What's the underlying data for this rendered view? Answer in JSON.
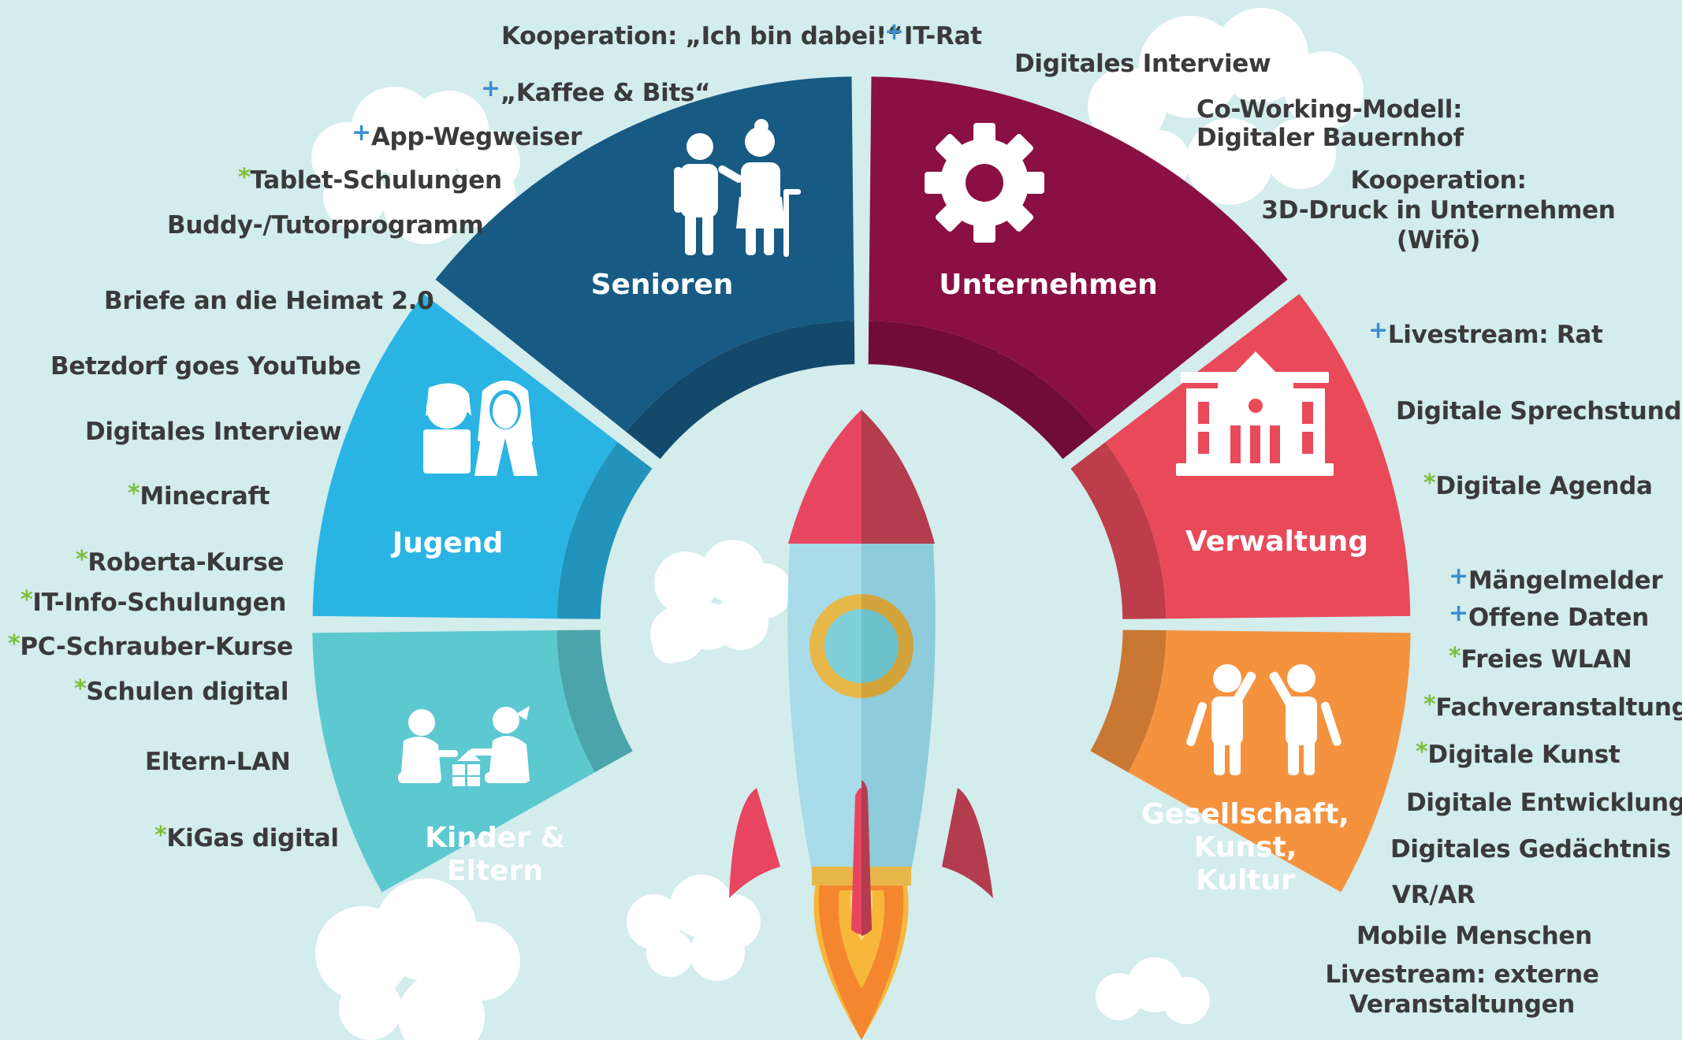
{
  "segments": {
    "senioren": "Senioren",
    "unternehmen": "Unternehmen",
    "jugend": "Jugend",
    "verwaltung": "Verwaltung",
    "kinder_line1": "Kinder &",
    "kinder_line2": "Eltern",
    "gesellschaft_line1": "Gesellschaft,",
    "gesellschaft_line2": "Kunst,",
    "gesellschaft_line3": "Kultur"
  },
  "colors": {
    "background": "#d3ecec",
    "senioren": "#175a84",
    "unternehmen": "#8a0f42",
    "jugend": "#29b4e4",
    "verwaltung": "#e84a5a",
    "kinder": "#5cc8d0",
    "gesellschaft": "#f5923e",
    "marker_plus": "#3b8fd1",
    "marker_star": "#7dbe3c"
  },
  "markers": {
    "plus": "+",
    "star": "*"
  },
  "labels": {
    "kooperation_dabei": "Kooperation: „Ich bin dabei!“",
    "kaffee_bits": "„Kaffee & Bits“",
    "app_wegweiser": "App-Wegweiser",
    "tablet_schulungen": "Tablet-Schulungen",
    "buddy_tutor": "Buddy-/Tutorprogramm",
    "briefe_heimat": "Briefe an die Heimat 2.0",
    "betzdorf_youtube": "Betzdorf goes YouTube",
    "digitales_interview_left": "Digitales Interview",
    "minecraft": "Minecraft",
    "roberta": "Roberta-Kurse",
    "it_info": "IT-Info-Schulungen",
    "pc_schrauber": "PC-Schrauber-Kurse",
    "schulen_digital": "Schulen digital",
    "eltern_lan": "Eltern-LAN",
    "kigas_digital": "KiGas digital",
    "it_rat": "IT-Rat",
    "digitales_interview_top": "Digitales Interview",
    "coworking_line1": "Co-Working-Modell:",
    "coworking_line2": "Digitaler Bauernhof",
    "kooperation_3d_line1": "Kooperation:",
    "kooperation_3d_line2": "3D-Druck  in  Unternehmen",
    "kooperation_3d_line3": "(Wifö)",
    "livestream_rat": "Livestream: Rat",
    "digitale_sprechstunde": "Digitale Sprechstunde",
    "digitale_agenda": "Digitale Agenda",
    "maengelmelder": "Mängelmelder",
    "offene_daten": "Offene Daten",
    "freies_wlan": "Freies WLAN",
    "fachveranstaltung": "Fachveranstaltung",
    "digitale_kunst": "Digitale Kunst",
    "digitale_entwicklung": "Digitale  Entwicklung",
    "digitales_gedaechtnis": "Digitales Gedächtnis",
    "vr_ar": "VR/AR",
    "mobile_menschen": "Mobile Menschen",
    "livestream_extern_line1": "Livestream: externe",
    "livestream_extern_line2": "Veranstaltungen"
  }
}
